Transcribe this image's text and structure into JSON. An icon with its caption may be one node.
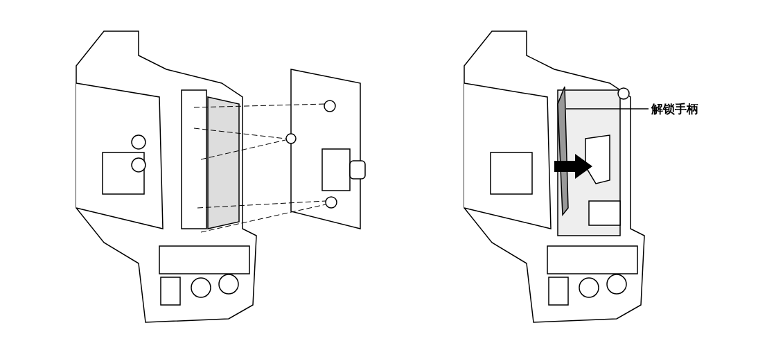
{
  "diagram": {
    "nodes": [
      {
        "text": [
          "解锁手柄"
        ]
      },
      {
        "text": [],
        "shape": "picture"
      }
    ],
    "edges": [
      {
        "from": 0,
        "to": 1,
        "arrow": "none"
      }
    ]
  }
}
